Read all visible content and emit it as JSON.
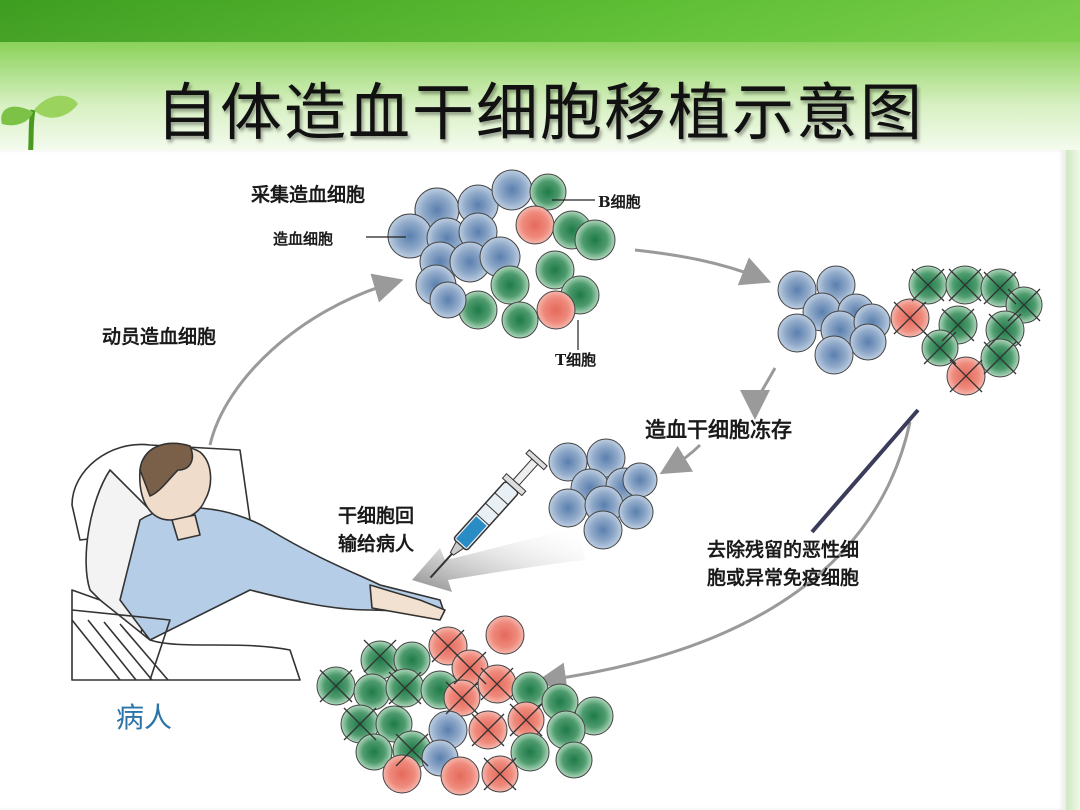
{
  "title": "自体造血干细胞移植示意图",
  "labels": {
    "collect": "采集造血细胞",
    "hematopoietic_cell": "造血细胞",
    "b_cell": "B细胞",
    "t_cell": "T细胞",
    "mobilize": "动员造血细胞",
    "cryopreserve": "造血干细胞冻存",
    "reinfuse_line1": "干细胞回",
    "reinfuse_line2": "输给病人",
    "purge_line1": "去除残留的恶性细",
    "purge_line2": "胞或异常免疫细胞",
    "patient": "病人"
  },
  "icons": [
    "sprout-icon",
    "syringe-icon",
    "patient-illustration"
  ],
  "colors": {
    "hematopoietic": "#8ea8c8",
    "lymphocyte": "#4e9b6e",
    "t_cell": "#ef8a7c",
    "header_green": "#5fc035"
  }
}
